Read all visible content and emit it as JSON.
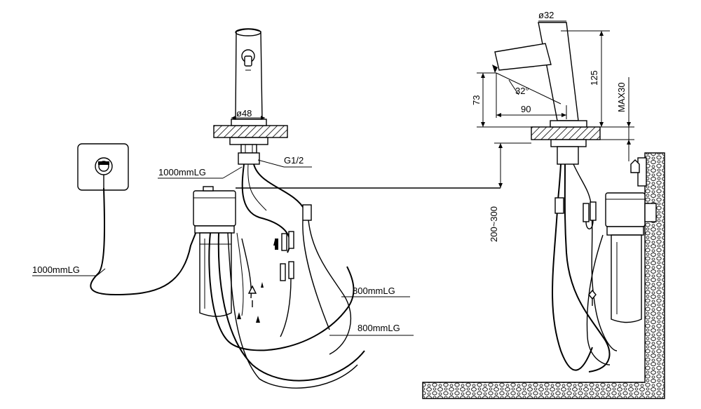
{
  "labels": {
    "faucet_diameter": "ø48",
    "side_diameter": "ø32",
    "thread": "G1/2",
    "cable_faucet": "1000mmLG",
    "cable_power": "1000mmLG",
    "hose_1": "800mmLG",
    "hose_2": "800mmLG",
    "height": "125",
    "max_thickness": "MAX30",
    "spout_height": "73",
    "spout_reach": "90",
    "angle": "32°",
    "mount_range": "200~300"
  },
  "colors": {
    "ink": "#000000",
    "paper": "#ffffff"
  }
}
